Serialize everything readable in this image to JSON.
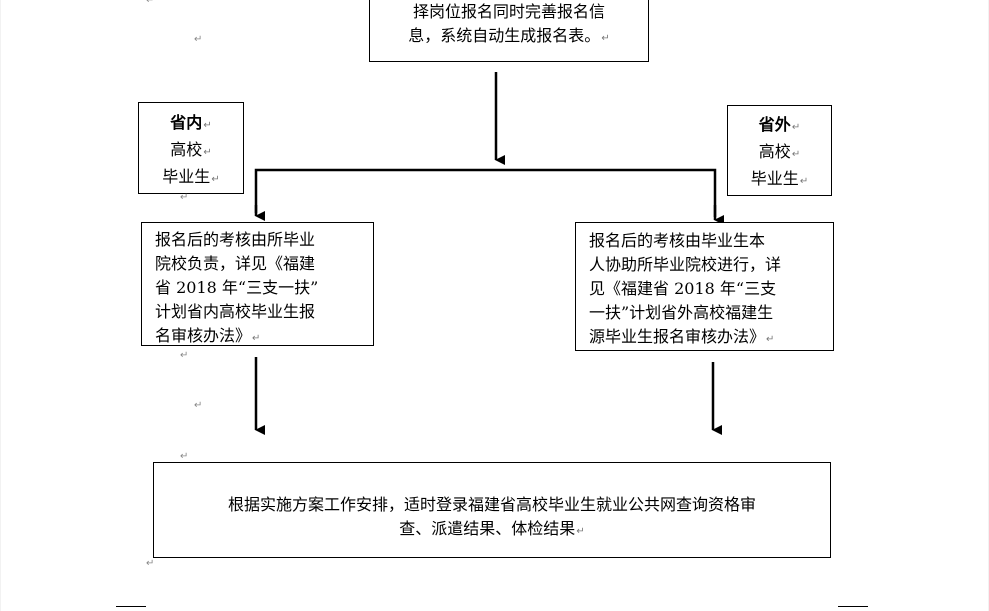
{
  "top_box": {
    "line1": "择岗位报名同时完善报名信",
    "line2": "息，系统自动生成报名表。"
  },
  "in_province": {
    "title": "省内",
    "line2": "高校",
    "line3": "毕业生"
  },
  "out_province": {
    "title": "省外",
    "line2": "高校",
    "line3": "毕业生"
  },
  "review_in": {
    "lines": [
      "报名后的考核由所毕业",
      "院校负责，详见《福建",
      "省 2018 年“三支一扶”",
      "计划省内高校毕业生报",
      "名审核办法》"
    ]
  },
  "review_out": {
    "lines": [
      "报名后的考核由毕业生本",
      "人协助所毕业院校进行，详",
      "见《福建省 2018 年“三支",
      "一扶”计划省外高校福建生",
      "源毕业生报名审核办法》"
    ]
  },
  "final_box": {
    "line1": "根据实施方案工作安排，适时登录福建省高校毕业生就业公共网查询资格审",
    "line2": "查、派遣结果、体检结果"
  },
  "paragraph_mark": "↵"
}
